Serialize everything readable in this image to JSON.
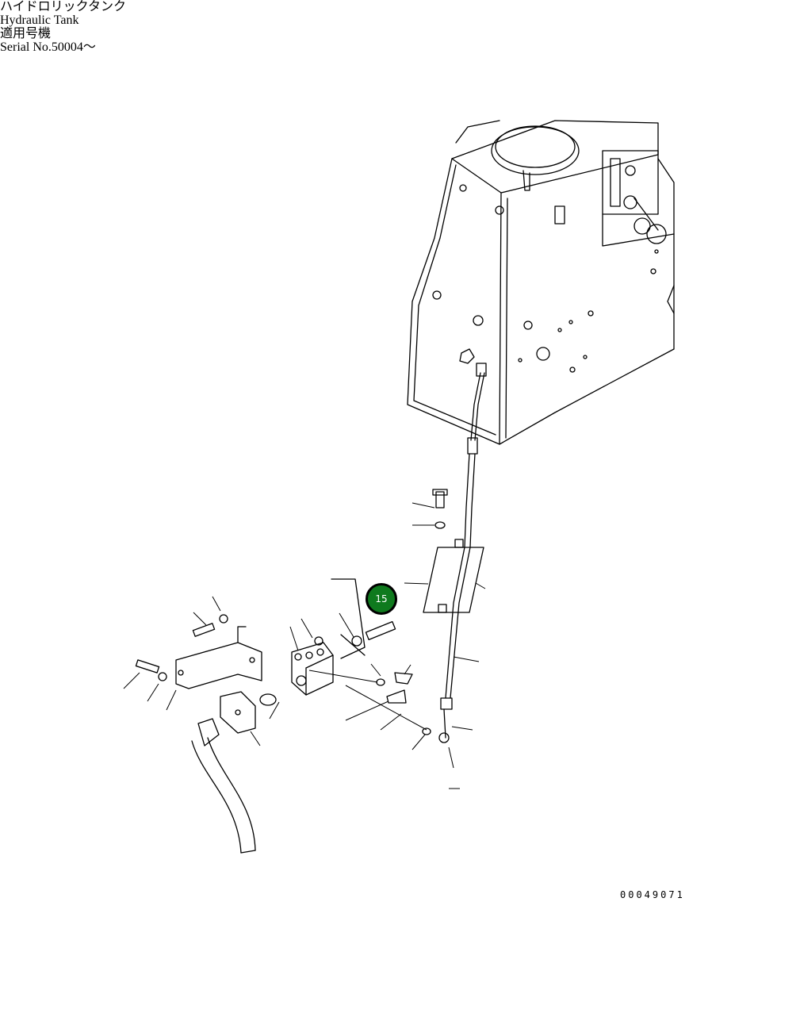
{
  "tank_label": {
    "jp": "ハイドロリックタンク",
    "en": "Hydraulic Tank"
  },
  "serial_label": {
    "jp": "適用号機",
    "en": "Serial No.50004～"
  },
  "callout": {
    "number": "15",
    "color": "#0f7a1e"
  },
  "drawing_number": "00049071"
}
